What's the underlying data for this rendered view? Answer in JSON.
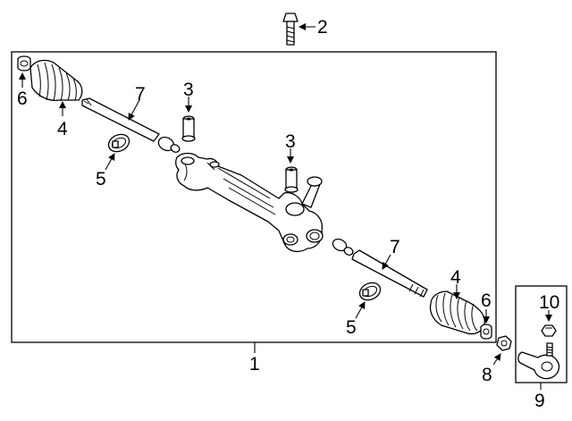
{
  "diagram": {
    "callouts": {
      "c1": "1",
      "c2": "2",
      "c3a": "3",
      "c3b": "3",
      "c4a": "4",
      "c4b": "4",
      "c5a": "5",
      "c5b": "5",
      "c6a": "6",
      "c6b": "6",
      "c7a": "7",
      "c7b": "7",
      "c8": "8",
      "c9": "9",
      "c10": "10"
    }
  }
}
